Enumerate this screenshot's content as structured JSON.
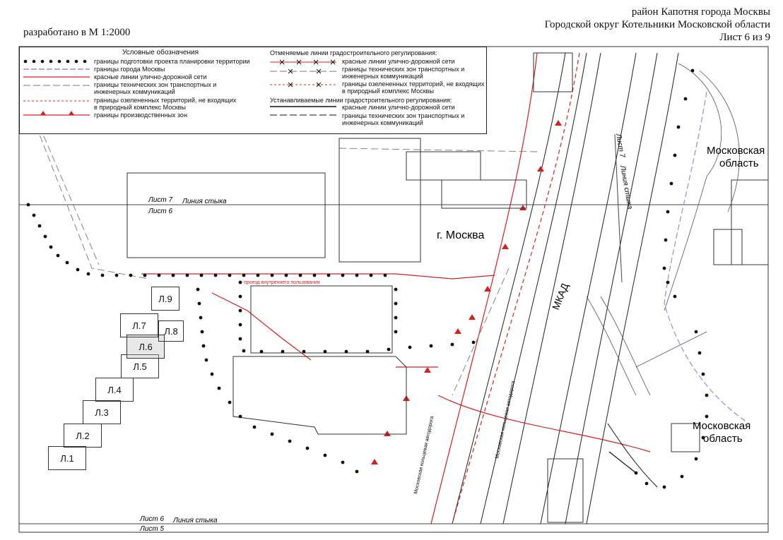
{
  "header": {
    "line1": "район Капотня города Москвы",
    "line2": "Городской округ Котельники Московской области",
    "line3": "Лист 6 из 9",
    "scale": "разработано в М 1:2000"
  },
  "legend": {
    "title": "Условные обозначения",
    "left_items": [
      "границы подготовки проекта планировки территории",
      "границы города Москвы",
      "красные линии улично-дорожной сети",
      "границы технических зон транспортных и",
      "инженерных коммуникаций",
      "границы озелененных территорий, не входящих",
      "в природный комплекс Москвы",
      "границы производственных зон"
    ],
    "cancelled_title": "Отменяемые линии градостроительного регулирования:",
    "cancelled_items": [
      "красные линии улично-дорожной сети",
      "границы технических зон транспортных и",
      "инженерных коммуникаций",
      "границы озелененных территорий, не входящих",
      "в природный комплекс Москвы"
    ],
    "established_title": "Устанавливаемые линии градостроительного регулирования:",
    "established_items": [
      "красные линии улично-дорожной сети",
      "границы технических зон транспортных и",
      "инженерных коммуникаций"
    ]
  },
  "map_labels": {
    "moscow_region_top": [
      "Московская",
      "область"
    ],
    "moscow_region_bottom": [
      "Московская",
      "область"
    ],
    "moscow_city": "г. Москва",
    "mkad": "МКАД",
    "sheet7_top": "Лист 7",
    "sheet6_top": "Лист 6",
    "join_top": "Линия стыка",
    "sheet6_bottom": "Лист 6",
    "sheet5_bottom": "Лист 5",
    "join_bottom": "Линия стыка",
    "sheet7_vertical": "Лист 7",
    "join_vertical": "Линия стыка",
    "road_ring_1": "Московская кольцевая автодорога",
    "road_ring_2": "Московская кольцевая автодорога",
    "passage": "проезд внутреннего пользования"
  },
  "sheet_index": [
    "Л.1",
    "Л.2",
    "Л.3",
    "Л.4",
    "Л.5",
    "Л.6",
    "Л.7",
    "Л.8",
    "Л.9"
  ],
  "colors": {
    "red_line": "#d62020",
    "boundary_dots": "#111111",
    "city_border": "#9a8ccf",
    "building": "#333333"
  }
}
